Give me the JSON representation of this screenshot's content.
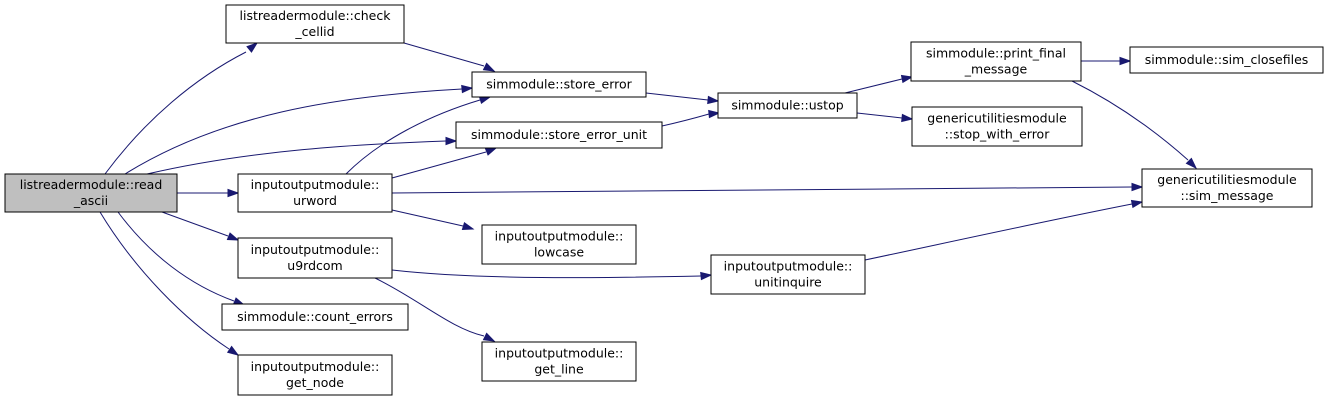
{
  "diagram": {
    "type": "call-graph",
    "edge_color": "#191970",
    "root_fill": "#bfbfbf",
    "nodes": [
      {
        "id": "read_ascii",
        "lines": [
          "listreadermodule::read",
          "_ascii"
        ],
        "root": true
      },
      {
        "id": "check_cellid",
        "lines": [
          "listreadermodule::check",
          "_cellid"
        ]
      },
      {
        "id": "store_error",
        "lines": [
          "simmodule::store_error"
        ]
      },
      {
        "id": "store_error_unit",
        "lines": [
          "simmodule::store_error_unit"
        ]
      },
      {
        "id": "urword",
        "lines": [
          "inputoutputmodule::",
          "urword"
        ]
      },
      {
        "id": "u9rdcom",
        "lines": [
          "inputoutputmodule::",
          "u9rdcom"
        ]
      },
      {
        "id": "count_errors",
        "lines": [
          "simmodule::count_errors"
        ]
      },
      {
        "id": "get_node",
        "lines": [
          "inputoutputmodule::",
          "get_node"
        ]
      },
      {
        "id": "ustop",
        "lines": [
          "simmodule::ustop"
        ]
      },
      {
        "id": "lowcase",
        "lines": [
          "inputoutputmodule::",
          "lowcase"
        ]
      },
      {
        "id": "get_line",
        "lines": [
          "inputoutputmodule::",
          "get_line"
        ]
      },
      {
        "id": "unitinquire",
        "lines": [
          "inputoutputmodule::",
          "unitinquire"
        ]
      },
      {
        "id": "print_final_message",
        "lines": [
          "simmodule::print_final",
          "_message"
        ]
      },
      {
        "id": "stop_with_error",
        "lines": [
          "genericutilitiesmodule",
          "::stop_with_error"
        ]
      },
      {
        "id": "sim_closefiles",
        "lines": [
          "simmodule::sim_closefiles"
        ]
      },
      {
        "id": "sim_message",
        "lines": [
          "genericutilitiesmodule",
          "::sim_message"
        ]
      }
    ],
    "edges": [
      {
        "from": "read_ascii",
        "to": "check_cellid"
      },
      {
        "from": "read_ascii",
        "to": "store_error"
      },
      {
        "from": "read_ascii",
        "to": "store_error_unit"
      },
      {
        "from": "read_ascii",
        "to": "urword"
      },
      {
        "from": "read_ascii",
        "to": "u9rdcom"
      },
      {
        "from": "read_ascii",
        "to": "count_errors"
      },
      {
        "from": "read_ascii",
        "to": "get_node"
      },
      {
        "from": "check_cellid",
        "to": "store_error"
      },
      {
        "from": "urword",
        "to": "store_error"
      },
      {
        "from": "urword",
        "to": "store_error_unit"
      },
      {
        "from": "urword",
        "to": "sim_message"
      },
      {
        "from": "urword",
        "to": "lowcase"
      },
      {
        "from": "u9rdcom",
        "to": "unitinquire"
      },
      {
        "from": "u9rdcom",
        "to": "get_line"
      },
      {
        "from": "store_error",
        "to": "ustop"
      },
      {
        "from": "store_error_unit",
        "to": "ustop"
      },
      {
        "from": "ustop",
        "to": "print_final_message"
      },
      {
        "from": "ustop",
        "to": "stop_with_error"
      },
      {
        "from": "print_final_message",
        "to": "sim_closefiles"
      },
      {
        "from": "print_final_message",
        "to": "sim_message"
      },
      {
        "from": "unitinquire",
        "to": "sim_message"
      }
    ]
  }
}
